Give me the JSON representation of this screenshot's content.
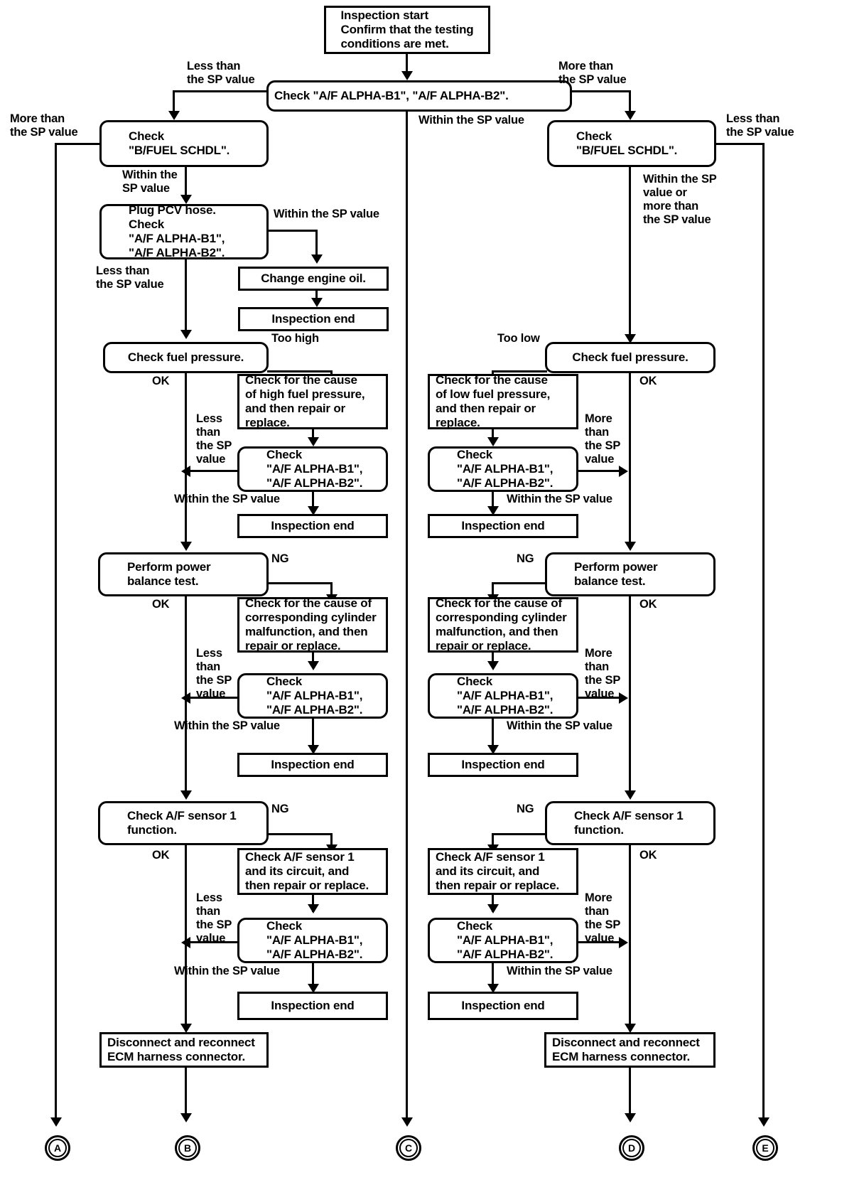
{
  "diagram": {
    "title": "A/F ALPHA diagnostic flowchart",
    "line_color": "#000000",
    "background": "#ffffff"
  },
  "nodes": {
    "start": "Inspection start\nConfirm that the testing\nconditions are met.",
    "check_alpha_top": "Check \"A/F ALPHA-B1\", \"A/F ALPHA-B2\".",
    "check_bfuel_left": "Check\n\"B/FUEL SCHDL\".",
    "check_bfuel_right": "Check\n\"B/FUEL SCHDL\".",
    "plug_pcv": "Plug PCV hose.\nCheck\n\"A/F ALPHA-B1\",\n\"A/F ALPHA-B2\".",
    "change_oil": "Change engine oil.",
    "inspection_end_1": "Inspection end",
    "check_fuel_pressure_left": "Check fuel pressure.",
    "check_fuel_pressure_right": "Check fuel pressure.",
    "cause_high_fp": "Check for the cause\nof high fuel pressure,\nand then repair or\nreplace.",
    "cause_low_fp": "Check for the cause\nof low fuel pressure,\nand then repair or\nreplace.",
    "check_alpha_fp_left": "Check\n\"A/F ALPHA-B1\",\n\"A/F ALPHA-B2\".",
    "check_alpha_fp_right": "Check\n\"A/F ALPHA-B1\",\n\"A/F ALPHA-B2\".",
    "inspection_end_2L": "Inspection end",
    "inspection_end_2R": "Inspection end",
    "power_balance_left": "Perform power\nbalance test.",
    "power_balance_right": "Perform power\nbalance test.",
    "cause_cyl_left": "Check for the cause of\ncorresponding cylinder\nmalfunction, and then\nrepair or replace.",
    "cause_cyl_right": "Check for the cause of\ncorresponding cylinder\nmalfunction, and then\nrepair or replace.",
    "check_alpha_pb_left": "Check\n\"A/F ALPHA-B1\",\n\"A/F ALPHA-B2\".",
    "check_alpha_pb_right": "Check\n\"A/F ALPHA-B1\",\n\"A/F ALPHA-B2\".",
    "inspection_end_3L": "Inspection end",
    "inspection_end_3R": "Inspection end",
    "af_sensor_left": "Check A/F sensor 1\nfunction.",
    "af_sensor_right": "Check A/F sensor 1\nfunction.",
    "af_circuit_left": "Check A/F sensor 1\nand its circuit, and\nthen repair or replace.",
    "af_circuit_right": "Check A/F sensor 1\nand its circuit, and\nthen repair or replace.",
    "check_alpha_af_left": "Check\n\"A/F ALPHA-B1\",\n\"A/F ALPHA-B2\".",
    "check_alpha_af_right": "Check\n\"A/F ALPHA-B1\",\n\"A/F ALPHA-B2\".",
    "inspection_end_4L": "Inspection end",
    "inspection_end_4R": "Inspection end",
    "ecm_left": "Disconnect and reconnect\nECM harness connector.",
    "ecm_right": "Disconnect and reconnect\nECM harness connector."
  },
  "labels": {
    "less_top_left": "Less than\nthe SP value",
    "more_top_right": "More than\nthe SP value",
    "more_far_left": "More than\nthe SP value",
    "less_far_right": "Less than\nthe SP value",
    "within_left_bfuel": "Within the\nSP value",
    "within_mid": "Within the SP value",
    "within_or_more_right": "Within the SP\nvalue or\nmore than\nthe SP value",
    "within_pcv": "Within the SP value",
    "less_pcv": "Less than\nthe SP value",
    "too_high": "Too high",
    "too_low": "Too low",
    "ok_fp_left": "OK",
    "ok_fp_right": "OK",
    "less_fp_left": "Less\nthan\nthe SP\nvalue",
    "more_fp_right": "More\nthan\nthe SP\nvalue",
    "within_fp_left": "Within the SP value",
    "within_fp_right": "Within the SP value",
    "ng_pb_left": "NG",
    "ng_pb_right": "NG",
    "ok_pb_left": "OK",
    "ok_pb_right": "OK",
    "less_pb_left": "Less\nthan\nthe SP\nvalue",
    "more_pb_right": "More\nthan\nthe SP\nvalue",
    "within_pb_left": "Within the SP value",
    "within_pb_right": "Within the SP value",
    "ng_af_left": "NG",
    "ng_af_right": "NG",
    "ok_af_left": "OK",
    "ok_af_right": "OK",
    "less_af_left": "Less\nthan\nthe SP\nvalue",
    "more_af_right": "More\nthan\nthe SP\nvalue",
    "within_af_left": "Within the SP value",
    "within_af_right": "Within the SP value"
  },
  "connectors": [
    {
      "id": "A",
      "letter": "A"
    },
    {
      "id": "B",
      "letter": "B"
    },
    {
      "id": "C",
      "letter": "C"
    },
    {
      "id": "D",
      "letter": "D"
    },
    {
      "id": "E",
      "letter": "E"
    }
  ]
}
